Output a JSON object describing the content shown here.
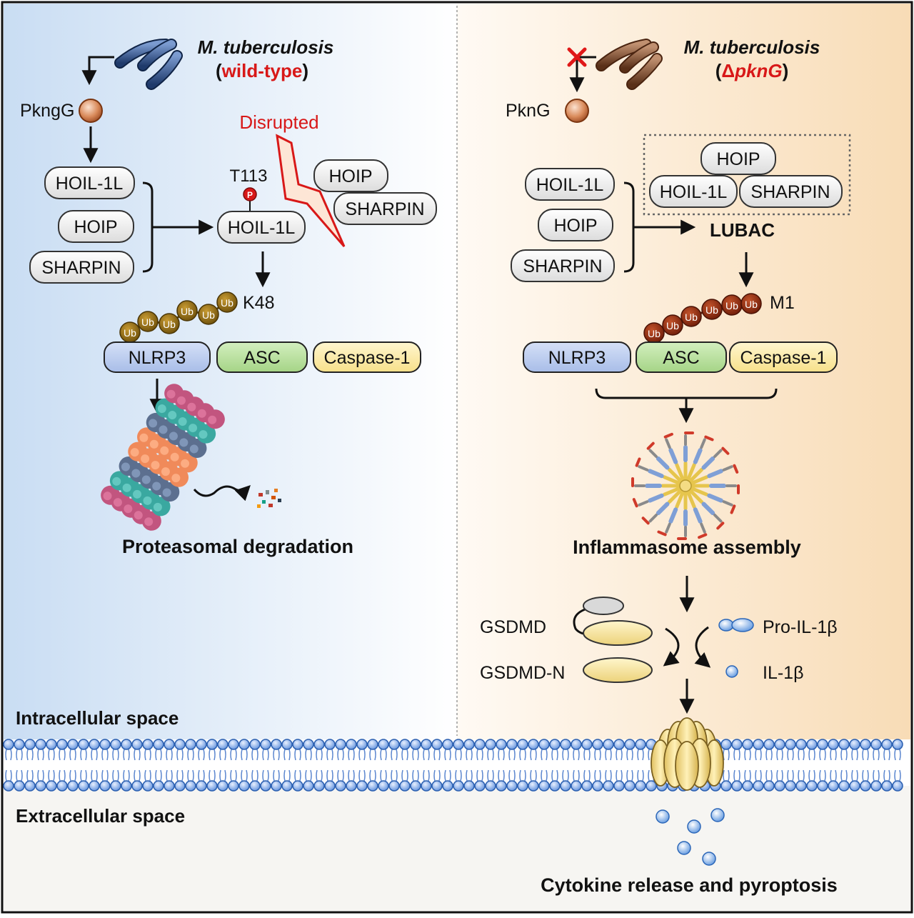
{
  "left": {
    "organism_name": "M. tuberculosis",
    "strain_open": "(",
    "strain": "wild-type",
    "strain_close": ")",
    "pkng": "PkngG",
    "hoil": "HOIL-1L",
    "hoip": "HOIP",
    "sharpin": "SHARPIN",
    "site": "T113",
    "phospho": "P",
    "hoil_p": "HOIL-1L",
    "disrupted": "Disrupted",
    "hoip_free": "HOIP",
    "sharpin_free": "SHARPIN",
    "linkage": "K48",
    "ub": "Ub",
    "nlrp3": "NLRP3",
    "asc": "ASC",
    "casp1": "Caspase-1",
    "outcome": "Proteasomal degradation"
  },
  "right": {
    "organism_name": "M. tuberculosis",
    "strain_open": "(",
    "strain_delta": "Δ",
    "strain": "pknG",
    "strain_close": ")",
    "pkng": "PknG",
    "hoil": "HOIL-1L",
    "hoip": "HOIP",
    "sharpin": "SHARPIN",
    "lubac_hoip": "HOIP",
    "lubac_hoil": "HOIL-1L",
    "lubac_sharpin": "SHARPIN",
    "lubac": "LUBAC",
    "linkage": "M1",
    "ub": "Ub",
    "nlrp3": "NLRP3",
    "asc": "ASC",
    "casp1": "Caspase-1",
    "assembly": "Inflammasome assembly",
    "gsdmd": "GSDMD",
    "gsdmd_n": "GSDMD-N",
    "pro_il1b": "Pro-IL-1β",
    "il1b": "IL-1β",
    "outcome": "Cytokine release and pyroptosis"
  },
  "membrane": {
    "intracellular": "Intracellular space",
    "extracellular": "Extracellular space"
  },
  "colors": {
    "accent_red": "#d81818",
    "nlrp3": "#b7c8ee",
    "asc": "#b9df9e",
    "caspase": "#fbe9a3",
    "ub_left": "#8a6a10",
    "ub_right": "#8b2a10",
    "membrane_head": "#7aa6e8"
  }
}
